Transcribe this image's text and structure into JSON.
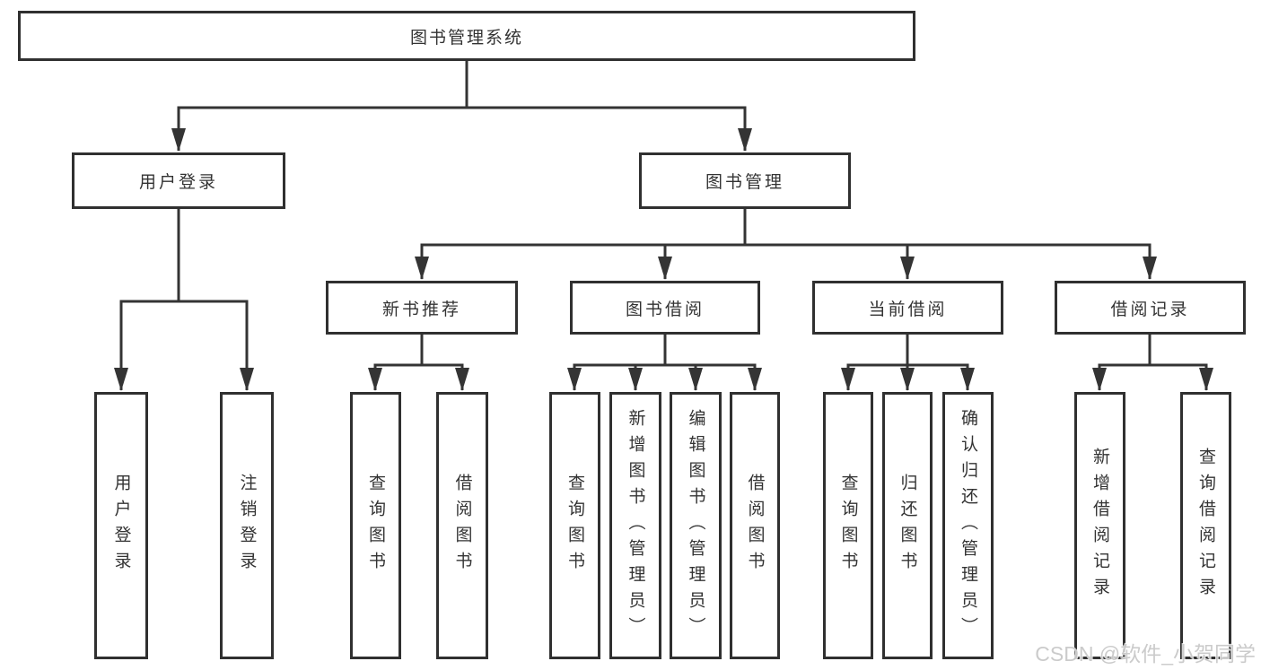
{
  "diagram": {
    "type": "hierarchy-tree",
    "nodes": {
      "root": "图书管理系统",
      "level2": [
        "用户登录",
        "图书管理"
      ],
      "level3": [
        "新书推荐",
        "图书借阅",
        "当前借阅",
        "借阅记录"
      ],
      "leaves_user_login": [
        "用户登录",
        "注销登录"
      ],
      "leaves_new_books": [
        "查询图书",
        "借阅图书"
      ],
      "leaves_borrow": [
        "查询图书",
        "新增图书（管理员）",
        "编辑图书（管理员）",
        "借阅图书"
      ],
      "leaves_current": [
        "查询图书",
        "归还图书",
        "确认归还（管理员）"
      ],
      "leaves_records": [
        "新增借阅记录",
        "查询借阅记录"
      ]
    },
    "colors": {
      "line": "#343434",
      "box_border": "#303030",
      "text": "#333333",
      "background": "#ffffff",
      "watermark": "#c8c8c8"
    },
    "watermark": "CSDN @软件_小贺同学"
  }
}
